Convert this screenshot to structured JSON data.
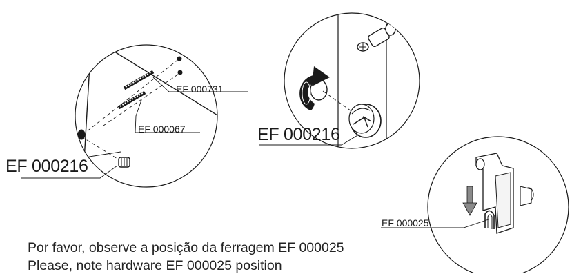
{
  "labels": {
    "hinge_left_dowel": "EF 000216",
    "long_pin": "EF 000731",
    "short_pin": "EF 000067",
    "cam_lock": "EF 000216",
    "bracket": "EF 000025"
  },
  "note": {
    "line_pt": "Por favor, observe a posição da ferragem EF 000025",
    "line_en": "Please, note hardware EF 000025 position"
  },
  "colors": {
    "ink": "#1a1a1a",
    "arrow_fill": "#8a8a8a"
  },
  "icons": [
    "rotate-arrow-icon",
    "down-arrow-icon"
  ]
}
